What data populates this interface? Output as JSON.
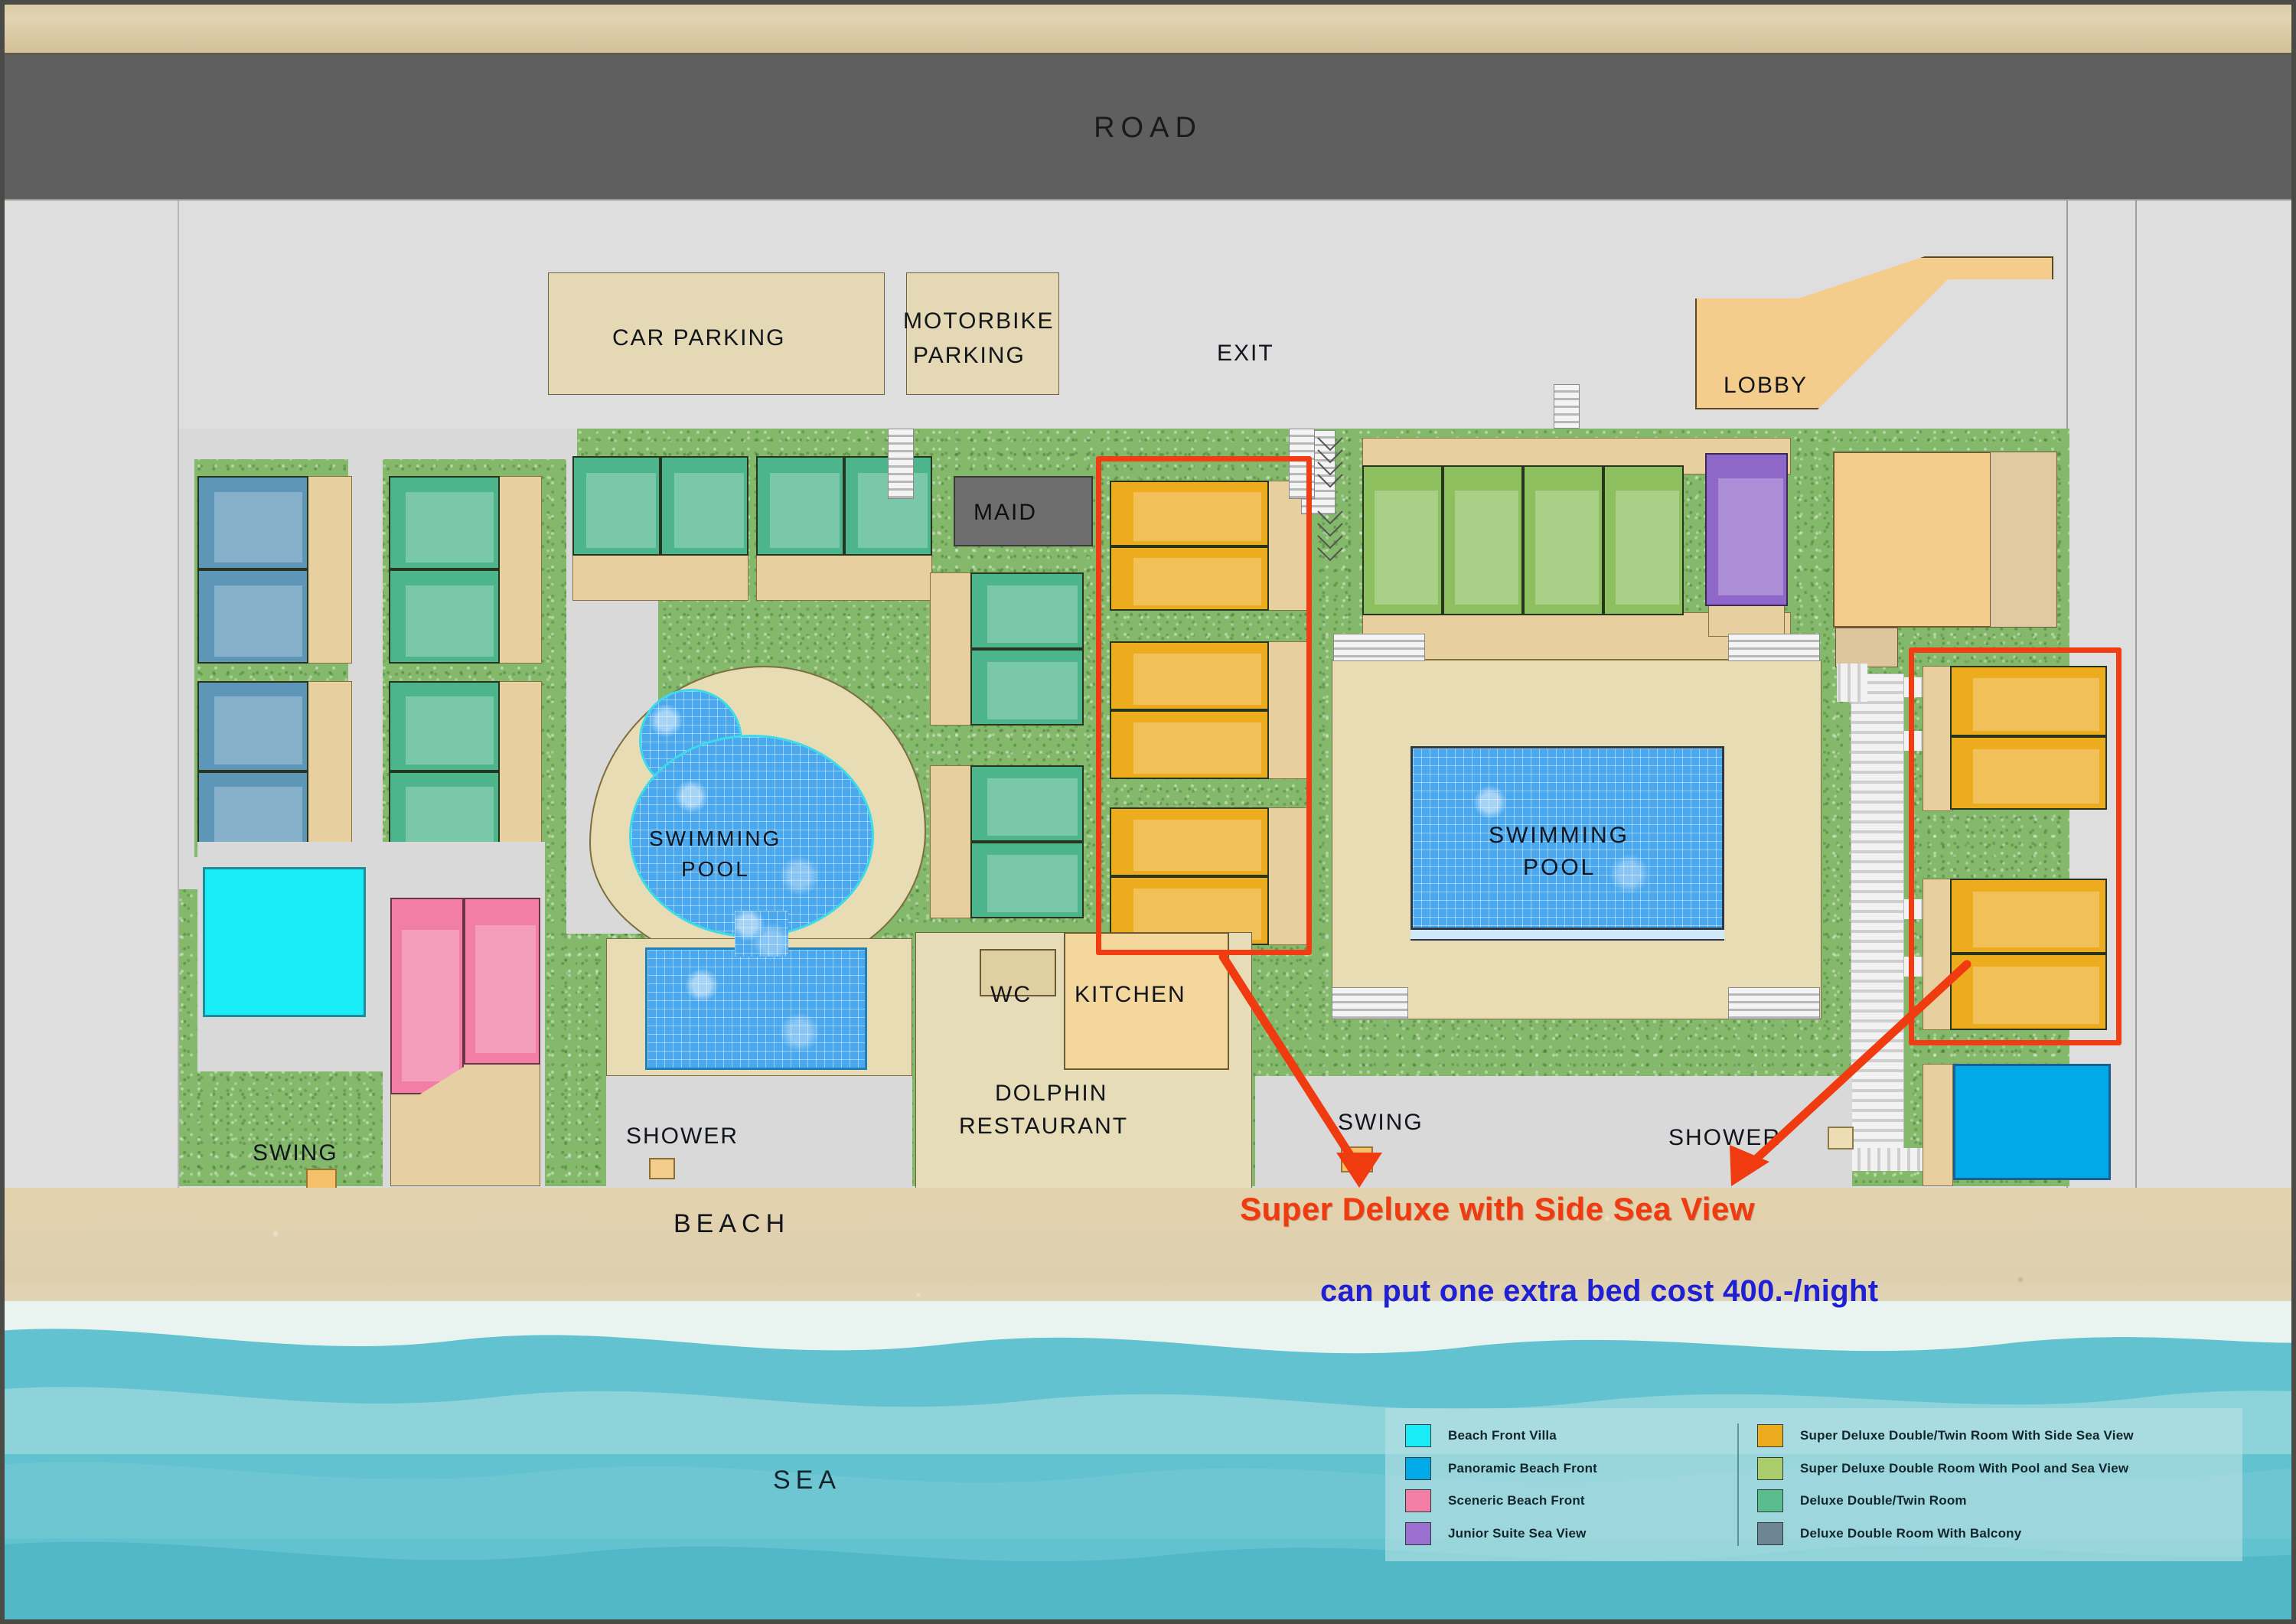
{
  "map": {
    "title_bands": {
      "road": "ROAD",
      "beach": "BEACH",
      "sea": "SEA"
    },
    "facilities": [
      {
        "name": "CAR PARKING"
      },
      {
        "name": "MOTORBIKE PARKING"
      },
      {
        "name": "EXIT"
      },
      {
        "name": "LOBBY"
      },
      {
        "name": "MAID"
      },
      {
        "name": "WC"
      },
      {
        "name": "KITCHEN"
      },
      {
        "name": "DOLPHIN RESTAURANT"
      },
      {
        "name": "SWIMMING POOL"
      },
      {
        "name": "SWIMMING POOL"
      },
      {
        "name": "SHOWER"
      },
      {
        "name": "SHOWER"
      },
      {
        "name": "SWING"
      },
      {
        "name": "SWING"
      }
    ],
    "labels": {
      "car_parking": "CAR PARKING",
      "motorbike_parking_line1": "MOTORBIKE",
      "motorbike_parking_line2": "PARKING",
      "exit": "EXIT",
      "lobby": "LOBBY",
      "maid": "MAID",
      "wc": "WC",
      "kitchen": "KITCHEN",
      "restaurant_line1": "DOLPHIN",
      "restaurant_line2": "RESTAURANT",
      "pool_line1": "SWIMMING",
      "pool_line2": "POOL",
      "pool2_line1": "SWIMMING",
      "pool2_line2": "POOL",
      "shower_left": "SHOWER",
      "shower_right": "SHOWER",
      "swing_left": "SWING",
      "swing_right": "SWING",
      "road": "ROAD",
      "beach": "BEACH",
      "sea": "SEA"
    }
  },
  "annotations": {
    "headline": "Super Deluxe with Side Sea View",
    "subline": "can put one extra bed cost 400.-/night",
    "headline_color": "#f03b10",
    "subline_color": "#1f1fd4",
    "highlight_color": "#f23c13"
  },
  "legend": {
    "left": [
      {
        "label": "Beach Front Villa",
        "color": "#19ecf7"
      },
      {
        "label": "Panoramic Beach Front",
        "color": "#00a9e8"
      },
      {
        "label": "Sceneric Beach Front",
        "color": "#f27da5"
      },
      {
        "label": "Junior Suite Sea View",
        "color": "#9a6fd0"
      }
    ],
    "right": [
      {
        "label": "Super Deluxe Double/Twin Room With Side Sea View",
        "color": "#edab1e"
      },
      {
        "label": "Super Deluxe Double Room With Pool and Sea View",
        "color": "#a8cd6a"
      },
      {
        "label": "Deluxe Double/Twin Room",
        "color": "#59bd8e"
      },
      {
        "label": "Deluxe Double Room With Balcony",
        "color": "#6e8596"
      }
    ]
  }
}
